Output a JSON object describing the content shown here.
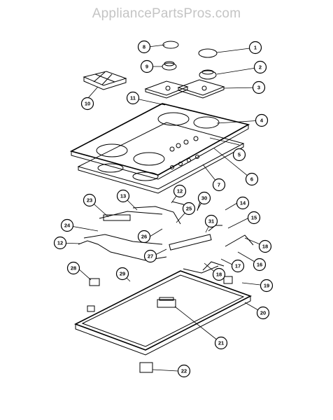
{
  "watermark": "AppliancePartsPros.com",
  "callouts": [
    "1",
    "2",
    "3",
    "4",
    "5",
    "6",
    "7",
    "8",
    "9",
    "10",
    "11",
    "12",
    "12",
    "13",
    "14",
    "15",
    "16",
    "17",
    "18",
    "18",
    "19",
    "20",
    "21",
    "22",
    "23",
    "24",
    "25",
    "26",
    "27",
    "28",
    "29",
    "30",
    "31"
  ]
}
